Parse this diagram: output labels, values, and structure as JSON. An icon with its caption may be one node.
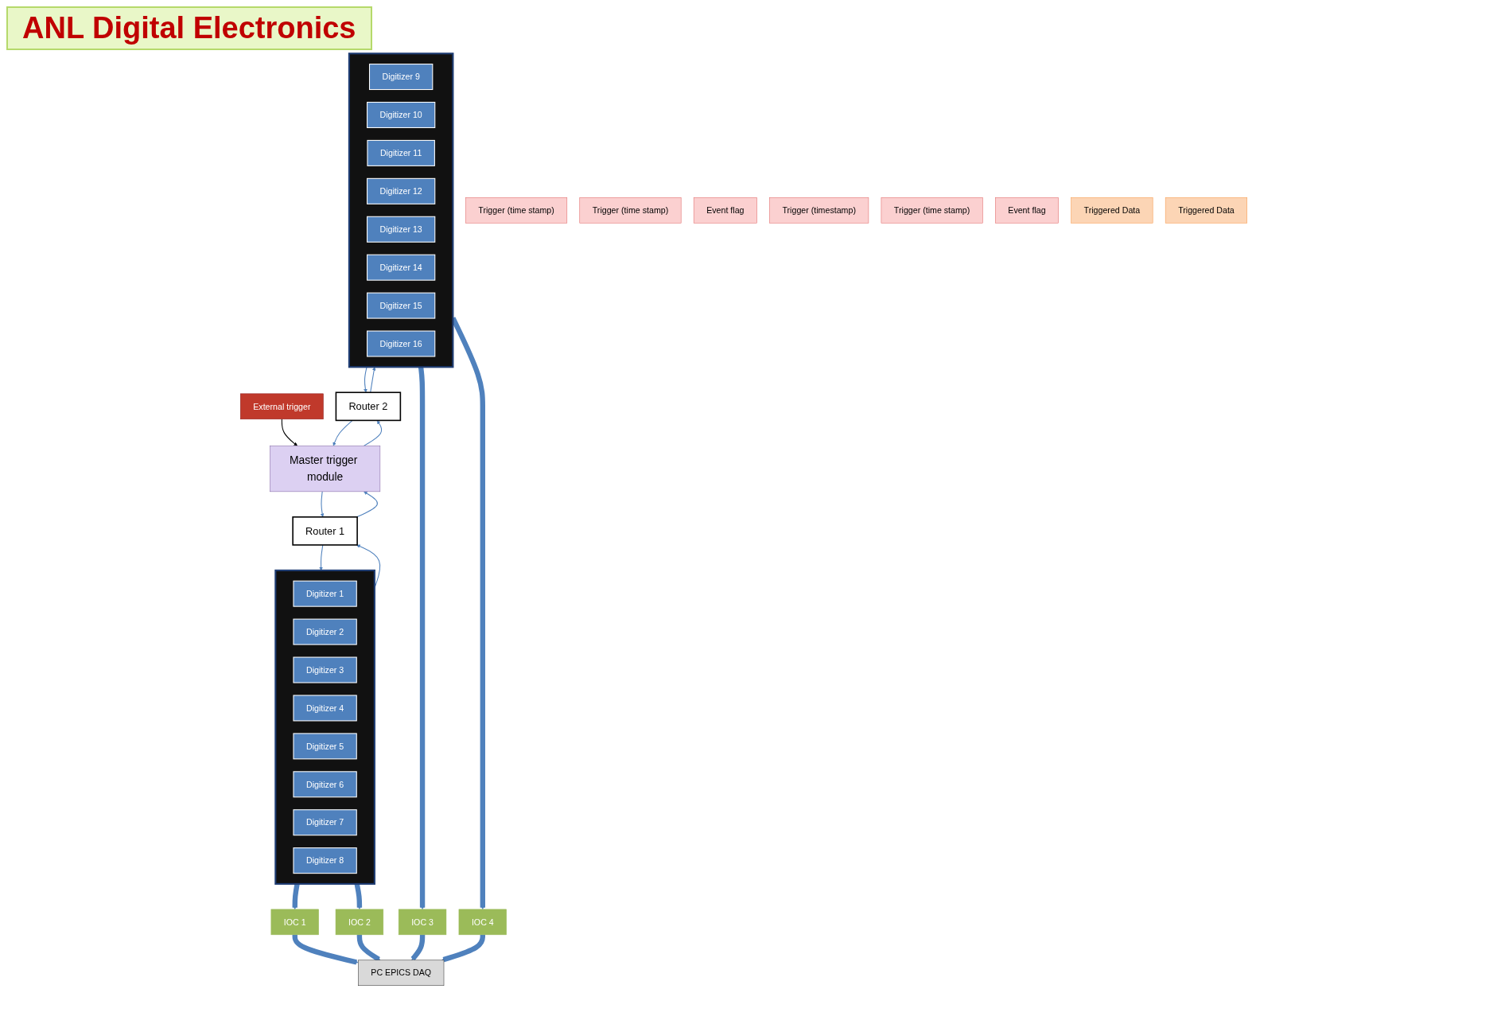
{
  "diagram": {
    "title": "ANL Digital Electronics",
    "nodes": [
      {
        "text": [
          "External trigger"
        ]
      },
      {
        "text": [
          "Master trigger module"
        ]
      },
      {
        "text": [
          "Trigger (time stamp)"
        ]
      },
      {
        "text": [
          "Trigger (time stamp)"
        ]
      },
      {
        "text": [
          "Router 1"
        ]
      },
      {
        "text": [
          "Router 2"
        ]
      },
      {
        "text": [
          "Event flag"
        ]
      },
      {
        "text": [
          "Trigger (timestamp)"
        ]
      },
      {
        "text": [
          "Trigger (time stamp)"
        ]
      },
      {
        "text": [
          "Event flag"
        ]
      },
      {
        "text": [],
        "shape": "box"
      },
      {
        "text": [
          "Digitizer 1"
        ],
        "in": 10
      },
      {
        "text": [
          "Digitizer 2"
        ],
        "in": 10
      },
      {
        "text": [
          "Digitizer 3"
        ],
        "in": 10
      },
      {
        "text": [
          "Digitizer 4"
        ],
        "in": 10
      },
      {
        "text": [
          "Digitizer 5"
        ],
        "in": 10
      },
      {
        "text": [
          "Digitizer 6"
        ],
        "in": 10
      },
      {
        "text": [
          "Digitizer 7"
        ],
        "in": 10
      },
      {
        "text": [
          "Digitizer 8"
        ],
        "in": 10
      },
      {
        "text": [
          "Triggered Data"
        ]
      },
      {
        "text": [
          "IOC 1"
        ]
      },
      {
        "text": [
          "IOC 2"
        ]
      },
      {
        "text": [
          "PC EPICS DAQ"
        ]
      },
      {
        "text": [
          "IOC 3"
        ]
      },
      {
        "text": [
          "IOC 4"
        ]
      },
      {
        "text": [
          "Triggered Data"
        ]
      },
      {
        "text": [],
        "shape": "box"
      },
      {
        "text": [
          "Digitizer 9"
        ],
        "in": 26
      },
      {
        "text": [
          "Digitizer 10"
        ],
        "in": 26
      },
      {
        "text": [
          "Digitizer 11"
        ],
        "in": 26
      },
      {
        "text": [
          "Digitizer 12"
        ],
        "in": 26
      },
      {
        "text": [
          "Digitizer 13"
        ],
        "in": 26
      },
      {
        "text": [
          "Digitizer 14"
        ],
        "in": 26
      },
      {
        "text": [
          "Digitizer 15"
        ],
        "in": 26
      },
      {
        "text": [
          "Digitizer 16"
        ],
        "in": 26
      }
    ],
    "edges": [
      {
        "from": 0,
        "to": 1,
        "arrow": "to",
        "color": "#000000"
      },
      {
        "from": 4,
        "to": 1,
        "arrow": "to"
      },
      {
        "from": 1,
        "to": 4,
        "arrow": "to"
      },
      {
        "from": 5,
        "to": 1,
        "arrow": "to"
      },
      {
        "from": 1,
        "to": 5,
        "arrow": "to"
      },
      {
        "from": 10,
        "to": 4,
        "arrow": "to"
      },
      {
        "from": 4,
        "to": 10,
        "arrow": "to"
      },
      {
        "from": 26,
        "to": 5,
        "arrow": "to"
      },
      {
        "from": 5,
        "to": 26,
        "arrow": "to"
      },
      {
        "from": 10,
        "to": 20,
        "arrow": "to",
        "style": "thick"
      },
      {
        "from": 10,
        "to": 21,
        "arrow": "to",
        "style": "thick"
      },
      {
        "from": 20,
        "to": 22,
        "arrow": "to",
        "style": "thick"
      },
      {
        "from": 21,
        "to": 22,
        "arrow": "to",
        "style": "thick"
      },
      {
        "from": 23,
        "to": 22,
        "arrow": "to",
        "style": "thick"
      },
      {
        "from": 24,
        "to": 22,
        "arrow": "to",
        "style": "thick"
      },
      {
        "from": 26,
        "to": 23,
        "arrow": "to",
        "style": "thick"
      },
      {
        "from": 26,
        "to": 24,
        "arrow": "to",
        "style": "thick"
      }
    ]
  }
}
